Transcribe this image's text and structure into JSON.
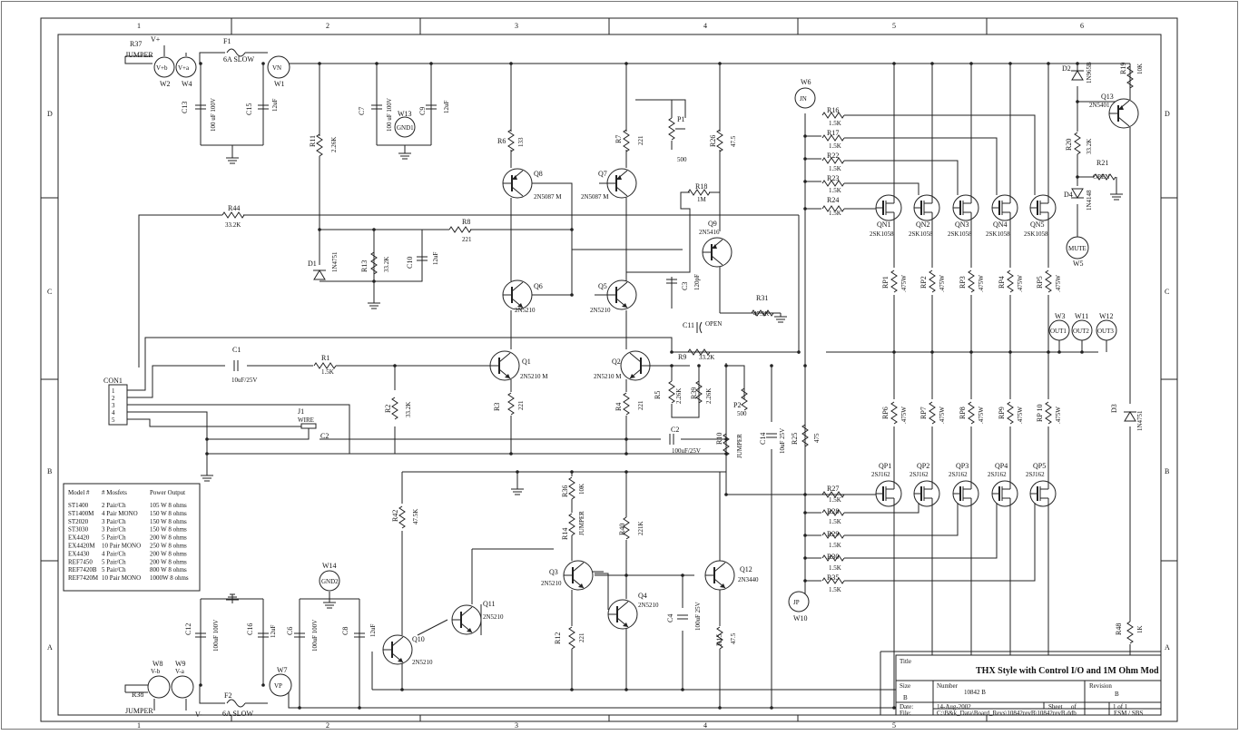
{
  "sheet": {
    "grid_cols": [
      "1",
      "2",
      "3",
      "4",
      "5",
      "6"
    ],
    "grid_rows": [
      "D",
      "C",
      "B",
      "A"
    ]
  },
  "title_block": {
    "title_label": "Title",
    "title": "THX Style with Control I/O and 1M Ohm Mod",
    "size_label": "Size",
    "size": "B",
    "number_label": "Number",
    "number": "10842 B",
    "revision_label": "Revision",
    "revision": "B",
    "date_label": "Date:",
    "date": "14-Aug-2002",
    "sheet_label": "Sheet",
    "sheet_of": "of",
    "sheet_value": "1 of 1",
    "file_label": "File:",
    "file": "C:\\B&k_Data\\Board_Revs\\10842revB\\10842revB.ddb",
    "drawn_by": "ESM / SBS"
  },
  "model_table": {
    "headers": [
      "Model #",
      "# Mosfets",
      "Power Output"
    ],
    "rows": [
      [
        "ST1400",
        "2 Pair/Ch",
        "105 W 8 ohms"
      ],
      [
        "ST1400M",
        "4 Pair MONO",
        "150 W 8 ohms"
      ],
      [
        "ST2020",
        "3 Pair/Ch",
        "150 W 8 ohms"
      ],
      [
        "ST3030",
        "3 Pair/Ch",
        "150 W 8 ohms"
      ],
      [
        "EX4420",
        "5 Pair/Ch",
        "200 W 8 ohms"
      ],
      [
        "EX4420M",
        "10 Pair MONO",
        "250 W 8 ohms"
      ],
      [
        "EX4430",
        "4 Pair/Ch",
        "200 W 8 ohms"
      ],
      [
        "REF7450",
        "5 Pair/Ch",
        "200 W 8 ohms"
      ],
      [
        "REF7420B",
        "5 Pair/Ch",
        "800 W 8 ohms"
      ],
      [
        "REF7420M",
        "10 Pair MONO",
        "1000W 8 ohms"
      ]
    ]
  },
  "labels": {
    "r37": "R37",
    "jumper_top": "JUMPER",
    "vplus": "V+",
    "vplus_b": "V+b",
    "vplus_a": "V+a",
    "w2": "W2",
    "w4": "W4",
    "f1": "F1",
    "slow1": "6A SLOW",
    "vn": "VN",
    "w1": "W1",
    "c13": "C13",
    "c13v": "100 uF 100V",
    "c15": "C15",
    "c15v": "12uF",
    "r11": "R11",
    "r11v": "2.26K",
    "c7": "C7",
    "c7v": "100 uF 100V",
    "gnd1": "GND1",
    "w13": "W13",
    "c9": "C9",
    "c9v": "12uF",
    "r6": "R6",
    "r6v": "133",
    "r7": "R7",
    "r7v": "221",
    "p1": "P1",
    "p1v": "500",
    "r26": "R26",
    "r26v": "47.5",
    "q8": "Q8",
    "q8v": "2N5087 M",
    "q7": "Q7",
    "q7v": "2N5087 M",
    "r18": "R18",
    "r18v": "1M",
    "q9": "Q9",
    "q9v": "2N5416",
    "r44": "R44",
    "r44v": "33.2K",
    "r8": "R8",
    "r8v": "221",
    "d1": "D1",
    "d1v": "1N4751",
    "r13": "R13",
    "r13v": "33.2K",
    "c10": "C10",
    "c10v": "12uF",
    "c3": "C3",
    "c3v": "120pF",
    "r31": "R31",
    "r31v": "47.5K",
    "q6": "Q6",
    "q6v": "2N5210",
    "q5": "Q5",
    "q5v": "2N5210",
    "c11": "C11",
    "c11v": "OPEN",
    "r9": "R9",
    "r9v": "33.2K",
    "c1": "C1",
    "c1v": "10uF/25V",
    "r1": "R1",
    "r1v": "1.5K",
    "q1": "Q1",
    "q1v": "2N5210 M",
    "q2": "Q2",
    "q2v": "2N5210 M",
    "r5": "R5",
    "r5v": "2.26K",
    "r39": "R39",
    "r39v": "2.26K",
    "p2": "P2",
    "p2v": "500",
    "con1": "CON1",
    "p1n": "1",
    "p2n": "2",
    "p3n": "3",
    "p4n": "4",
    "p5n": "5",
    "r2": "R2",
    "r2v": "33.2K",
    "r3": "R3",
    "r3v": "221",
    "r4": "R4",
    "r4v": "221",
    "j1": "J1",
    "j1v": "WIRE",
    "c2": "C2",
    "c12_": "C2",
    "c2v": "100uF/25V",
    "r10": "R10",
    "r10v": "JUMPER",
    "c14": "C14",
    "c14v": "10uF 25V",
    "r25": "R25",
    "r25v": "475",
    "w6": "W6",
    "jn": "JN",
    "w10": "W10",
    "jp": "JP",
    "r16": "R16",
    "r17": "R17",
    "r22": "R22",
    "r23": "R23",
    "r24": "R24",
    "r15k": "1.5K",
    "qn1": "QN1",
    "qn2": "QN2",
    "qn3": "QN3",
    "qn4": "QN4",
    "qn5": "QN5",
    "qnv": "2SK1058",
    "d2": "D2",
    "d2v": "1N965B",
    "r19": "R19",
    "r19v": "10K",
    "q13": "Q13",
    "q13v": "2N5401",
    "r20": "R20",
    "r20v": "33.2K",
    "r21": "R21",
    "r21v": "OPEN",
    "d4": "D4",
    "d4v": "1N4148",
    "mute": "MUTE",
    "w5": "W5",
    "rp1": "RP1",
    "rp2": "RP2",
    "rp3": "RP3",
    "rp4": "RP4",
    "rp5": "RP5",
    "rp6": "RP6",
    "rp7": "RP7",
    "rp8": "RP8",
    "rp9": "RP9",
    "rp10": "RP 10",
    "rpv": ".475W",
    "w3": "W3",
    "w11": "W11",
    "w12": "W12",
    "out1": "OUT1",
    "out2": "OUT2",
    "out3": "OUT3",
    "d3": "D3",
    "d3v": "1N4751",
    "r27": "R27",
    "r28": "R28",
    "r29": "R29",
    "r30": "R30",
    "r35": "R35",
    "qp1": "QP1",
    "qp2": "QP2",
    "qp3": "QP3",
    "qp4": "QP4",
    "qp5": "QP5",
    "qpv": "2SJ162",
    "r36": "R36",
    "r36v": "10K",
    "r14": "R14",
    "r14v": "JUMPER",
    "r40": "R40",
    "r40v": "221K",
    "r42": "R42",
    "r42v": "47.5K",
    "q3": "Q3",
    "q3v": "2N5210",
    "q4": "Q4",
    "q4v": "2N5210",
    "q12": "Q12",
    "q12v": "2N3440",
    "q11": "Q11",
    "q11v": "2N5210",
    "q10": "Q10",
    "q10v": "2N5210",
    "r12": "R12",
    "r12v": "221",
    "c4": "C4",
    "c4v": "100uF 25V",
    "r15": "R15",
    "r15v": "47.5",
    "r48": "R48",
    "r48v": "1K",
    "w14": "W14",
    "gnd2": "GND2",
    "c12": "C12",
    "c12v": "100uF 100V",
    "c16": "C16",
    "c16v": "12uF",
    "c6": "C6",
    "c6v": "100uF 100V",
    "c8": "C8",
    "c8v": "12uF",
    "w8": "W8",
    "w9": "W9",
    "vmb": "V-b",
    "vma": "V-a",
    "r38": "R38",
    "jumper_bot": "JUMPER",
    "vminus": "V-",
    "f2": "F2",
    "slow2": "6A SLOW",
    "vp": "VP",
    "w7": "W7"
  }
}
